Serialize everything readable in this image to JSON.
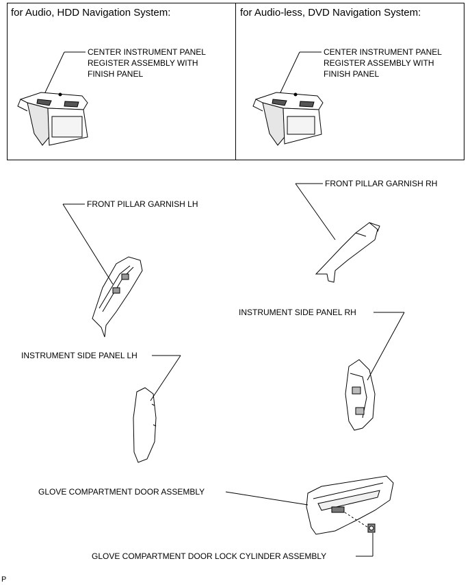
{
  "header": {
    "left_title": "for Audio, HDD Navigation System:",
    "right_title": "for Audio-less, DVD Navigation System:"
  },
  "labels": {
    "center_panel_left": [
      "CENTER INSTRUMENT PANEL",
      "REGISTER ASSEMBLY WITH",
      "FINISH PANEL"
    ],
    "center_panel_right": [
      "CENTER INSTRUMENT PANEL",
      "REGISTER ASSEMBLY WITH",
      "FINISH PANEL"
    ],
    "front_pillar_lh": "FRONT PILLAR GARNISH LH",
    "front_pillar_rh": "FRONT PILLAR GARNISH RH",
    "side_panel_rh": "INSTRUMENT SIDE PANEL RH",
    "side_panel_lh": "INSTRUMENT SIDE PANEL LH",
    "glove_door": "GLOVE COMPARTMENT DOOR ASSEMBLY",
    "glove_lock": "GLOVE COMPARTMENT DOOR LOCK CYLINDER ASSEMBLY"
  },
  "footer": {
    "code": "P"
  }
}
